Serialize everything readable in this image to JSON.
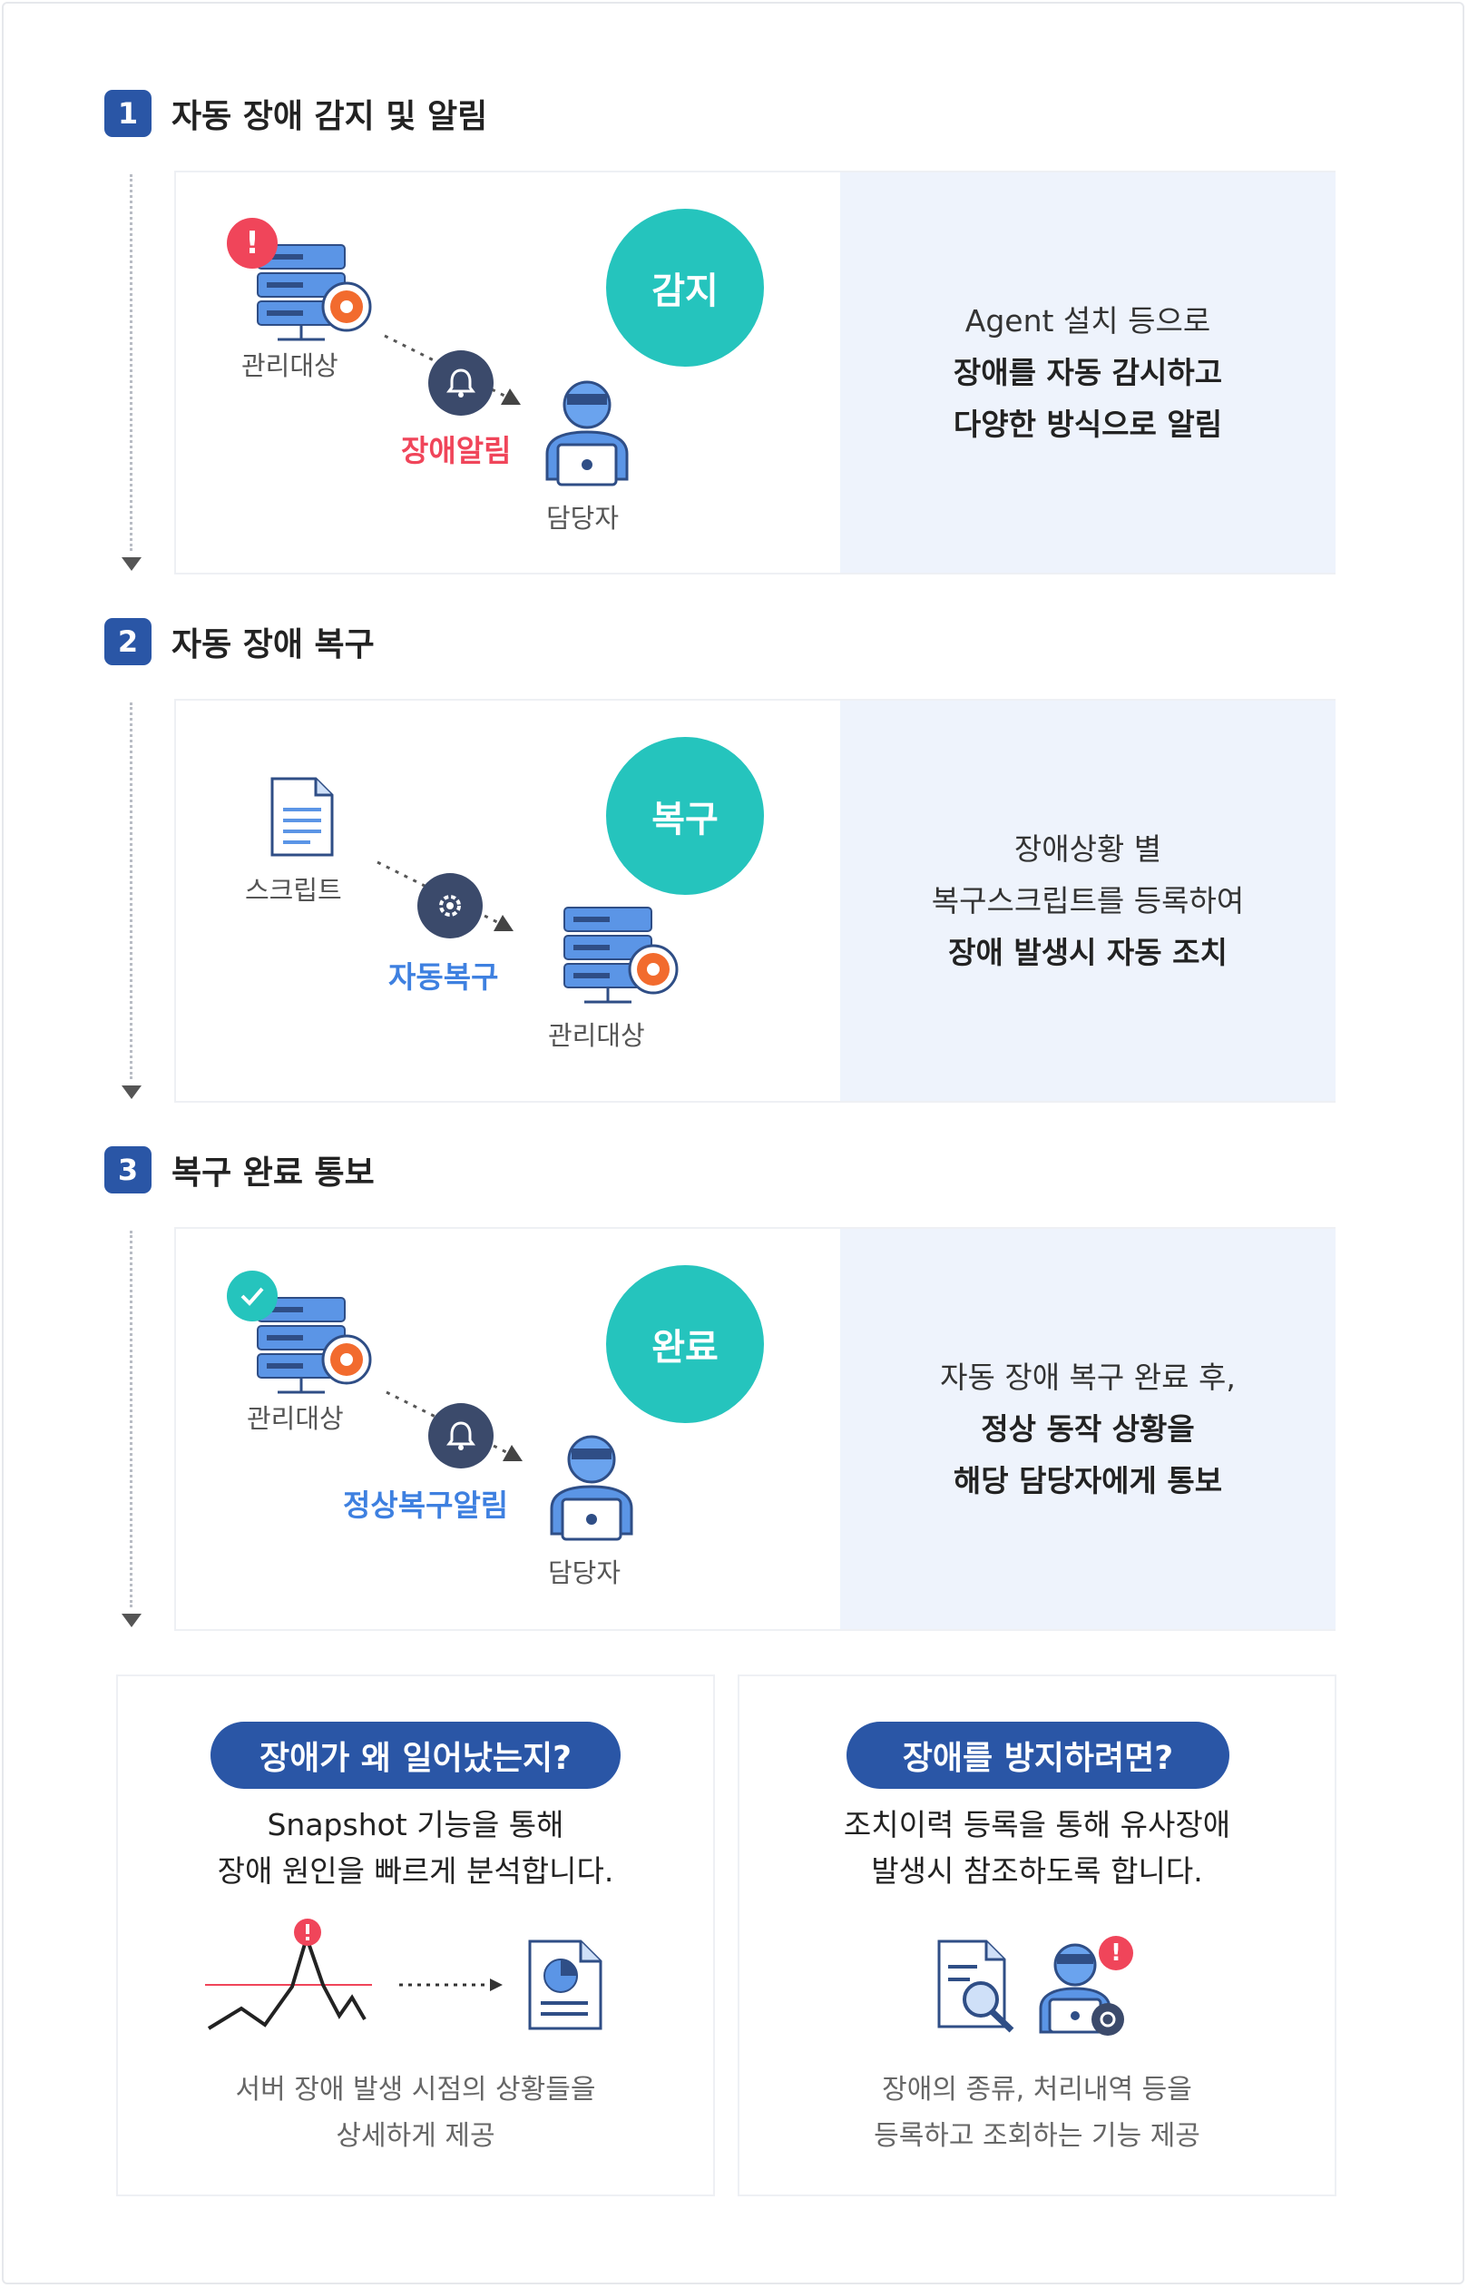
{
  "steps": [
    {
      "num": "1",
      "title": "자동 장애 감지 및 알림",
      "circle": "감지",
      "source_label": "관리대상",
      "flow_label": "장애알림",
      "target_label": "담당자",
      "desc": [
        "Agent 설치 등으로",
        "장애를 자동 감시하고",
        "다양한 방식으로 알림"
      ]
    },
    {
      "num": "2",
      "title": "자동 장애 복구",
      "circle": "복구",
      "source_label": "스크립트",
      "flow_label": "자동복구",
      "target_label": "관리대상",
      "desc": [
        "장애상황 별",
        "복구스크립트를 등록하여",
        "장애 발생시 자동 조치"
      ]
    },
    {
      "num": "3",
      "title": "복구 완료 통보",
      "circle": "완료",
      "source_label": "관리대상",
      "flow_label": "정상복구알림",
      "target_label": "담당자",
      "desc": [
        "자동 장애 복구 완료 후,",
        "정상 동작 상황을",
        "해당 담당자에게 통보"
      ]
    }
  ],
  "boxes": [
    {
      "pill": "장애가 왜 일어났는지?",
      "desc": [
        "Snapshot 기능을 통해",
        "장애 원인을 빠르게 분석합니다."
      ],
      "foot": [
        "서버 장애 발생 시점의 상황들을",
        "상세하게 제공"
      ]
    },
    {
      "pill": "장애를 방지하려면?",
      "desc": [
        "조치이력 등록을 통해 유사장애",
        "발생시 참조하도록 합니다."
      ],
      "foot": [
        "장애의 종류, 처리내역 등을",
        "등록하고 조회하는 기능 제공"
      ]
    }
  ],
  "colors": {
    "primary": "#2a56a6",
    "teal": "#25c4bd",
    "alert_red": "#f0455a",
    "accent_blue": "#3e80e0",
    "panel_bg": "#eef3fc"
  },
  "icons": {
    "server": "server-icon",
    "alert": "exclamation-icon",
    "check": "check-icon",
    "bell": "bell-icon",
    "gear": "gear-icon",
    "document": "document-icon",
    "person": "operator-icon",
    "chart": "pie-report-icon",
    "search": "search-document-icon"
  }
}
